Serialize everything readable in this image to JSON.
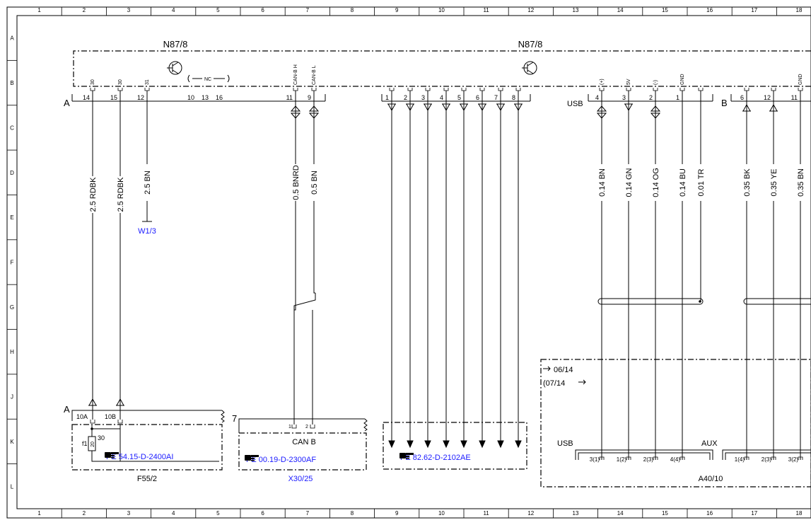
{
  "grid": {
    "cols": [
      "1",
      "2",
      "3",
      "4",
      "5",
      "6",
      "7",
      "8",
      "9",
      "10",
      "11",
      "12",
      "13",
      "14",
      "15",
      "16",
      "17",
      "18"
    ],
    "rows": [
      "A",
      "B",
      "C",
      "D",
      "E",
      "F",
      "G",
      "H",
      "J",
      "K",
      "L"
    ]
  },
  "modules": {
    "n87_left": "N87/8",
    "n87_right": "N87/8",
    "connector_a": "A",
    "connector_b": "B",
    "usb_label": "USB",
    "nc_label": "NC",
    "pins_left": [
      {
        "name": "30",
        "num": "14"
      },
      {
        "name": "30",
        "num": "15"
      },
      {
        "name": "31",
        "num": "12"
      }
    ],
    "nc_pins": [
      "10",
      "13",
      "16"
    ],
    "can_pins": [
      {
        "name": "CAN-B H",
        "num": "11"
      },
      {
        "name": "CAN-B L",
        "num": "9"
      }
    ],
    "mid_pins": [
      "1",
      "2",
      "3",
      "4",
      "5",
      "6",
      "7",
      "8"
    ],
    "usb_pins": [
      {
        "name": "(+)",
        "num": "4"
      },
      {
        "name": "5V",
        "num": "3"
      },
      {
        "name": "(-)",
        "num": "2"
      },
      {
        "name": "GND",
        "num": "1"
      }
    ],
    "b_pins": [
      {
        "name": "",
        "num": "6"
      },
      {
        "name": "",
        "num": "12"
      },
      {
        "name": "GND",
        "num": "11"
      }
    ]
  },
  "wires": {
    "w1": "2.5 RDBK",
    "w2": "2.5 RDBK",
    "w3": "2.5 BN",
    "w4": "0.5 BNRD",
    "w5": "0.5 BN",
    "w6": "0.14 BN",
    "w7": "0.14 GN",
    "w8": "0.14 OG",
    "w9": "0.14 BU",
    "w10": "0.01 TR",
    "w11": "0.35 BK",
    "w12": "0.35 YE",
    "w13": "0.35 BN"
  },
  "refs": {
    "w13_ground": "W1/3",
    "f55": "F55/2",
    "f55_conn": "A",
    "f55_pin1": "10A",
    "f55_pin2": "10B",
    "fuse_id": "f1",
    "fuse_val": "20",
    "fuse_pin": "30",
    "pe1": "PE 54.15-D-2400AI",
    "x30_num": "7",
    "x30_pin1": "1",
    "x30_pin2": "2",
    "can_b": "CAN B",
    "pe2": "PE 00.19-D-2300AF",
    "x30": "X30/25",
    "pe3": "PE 82.62-D-2102AE",
    "date1": "06/14",
    "date2": "(07/14",
    "usb_bottom": "USB",
    "aux": "AUX",
    "a40": "A40/10",
    "usb_bpins": [
      "3(1)",
      "1(2)",
      "2(3)",
      "4(4)"
    ],
    "aux_pins": [
      "1(4)",
      "2(3)",
      "3(2)"
    ]
  }
}
